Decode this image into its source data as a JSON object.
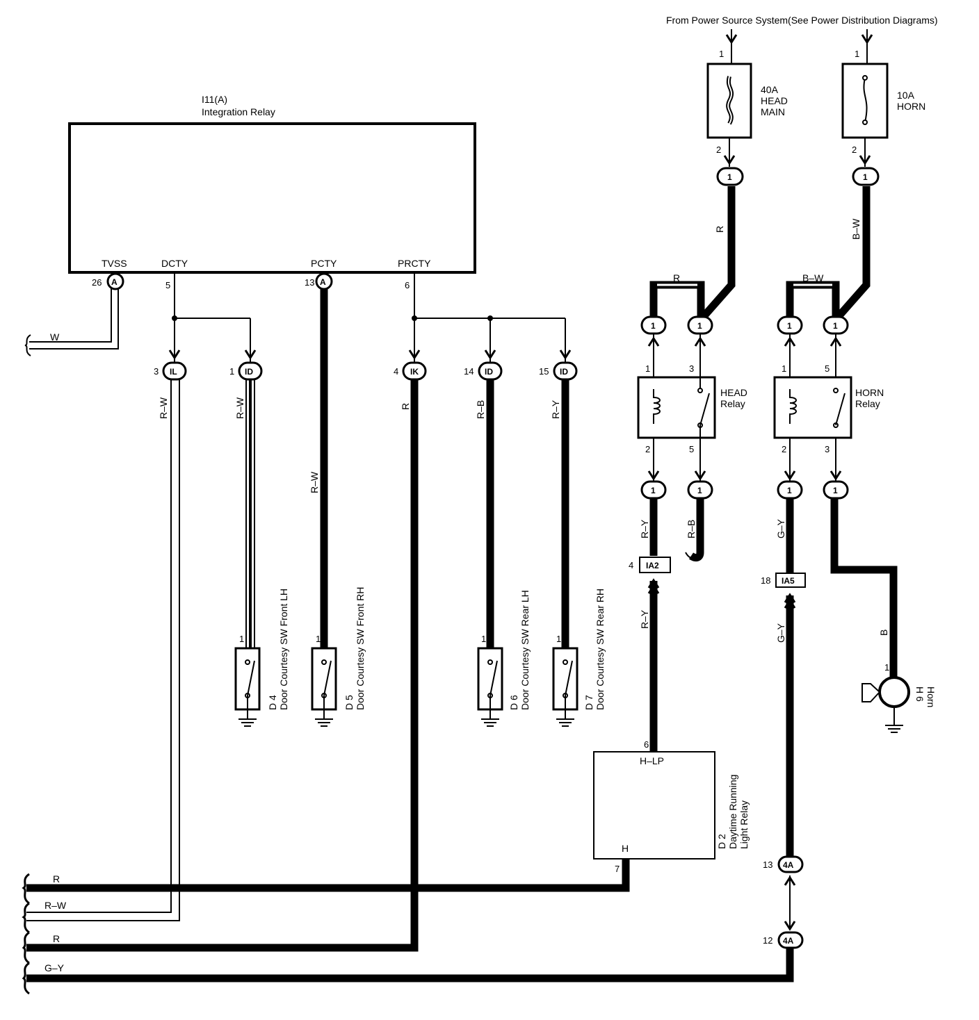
{
  "power_source": {
    "label": "From Power Source System(See Power Distribution Diagrams)"
  },
  "relay_i11": {
    "id": "I11(A)",
    "name": "Integration Relay",
    "terminals": {
      "tvss": "TVSS",
      "dcty": "DCTY",
      "pcty": "PCTY",
      "prcty": "PRCTY"
    },
    "pins": {
      "tvss": "26",
      "dcty": "5",
      "pcty": "13",
      "prcty": "6"
    },
    "connector": "A"
  },
  "fuses": {
    "head_main": {
      "line1": "40A",
      "line2": "HEAD",
      "line3": "MAIN",
      "pin_in": "1",
      "pin_out": "2"
    },
    "horn": {
      "line1": "10A",
      "line2": "HORN",
      "pin_in": "1",
      "pin_out": "2"
    }
  },
  "junction": {
    "one": "1"
  },
  "head_relay": {
    "line1": "HEAD",
    "line2": "Relay",
    "pins": {
      "p1": "1",
      "p3": "3",
      "p2": "2",
      "p5": "5"
    }
  },
  "horn_relay": {
    "line1": "HORN",
    "line2": "Relay",
    "pins": {
      "p1": "1",
      "p5": "5",
      "p2": "2",
      "p3": "3"
    }
  },
  "connectors": {
    "il": {
      "pin": "3",
      "code": "IL"
    },
    "id1": {
      "pin": "1",
      "code": "ID"
    },
    "ik": {
      "pin": "4",
      "code": "IK"
    },
    "id14": {
      "pin": "14",
      "code": "ID"
    },
    "id15": {
      "pin": "15",
      "code": "ID"
    },
    "ia2": {
      "pin": "4",
      "code": "IA2"
    },
    "ia5": {
      "pin": "18",
      "code": "IA5"
    },
    "c4a_13": {
      "pin": "13",
      "code": "4A"
    },
    "c4a_12": {
      "pin": "12",
      "code": "4A"
    }
  },
  "wires": {
    "w": "W",
    "r_w": "R–W",
    "r": "R",
    "r_b": "R–B",
    "r_y": "R–Y",
    "g_y": "G–Y",
    "b_w": "B–W",
    "b": "B"
  },
  "switches": {
    "d4": {
      "id": "D 4",
      "name": "Door Courtesy SW Front LH",
      "pin": "1"
    },
    "d5": {
      "id": "D 5",
      "name": "Door Courtesy SW Front RH",
      "pin": "1"
    },
    "d6": {
      "id": "D 6",
      "name": "Door Courtesy SW Rear LH",
      "pin": "1"
    },
    "d7": {
      "id": "D 7",
      "name": "Door Courtesy SW Rear RH",
      "pin": "1"
    }
  },
  "drl_relay": {
    "id": "D 2",
    "line1": "Daytime Running",
    "line2": "Light Relay",
    "term_top": "H–LP",
    "term_bottom": "H",
    "pin_top": "6",
    "pin_bottom": "7"
  },
  "horn": {
    "id": "H 6",
    "name": "Horn",
    "pin": "1"
  }
}
